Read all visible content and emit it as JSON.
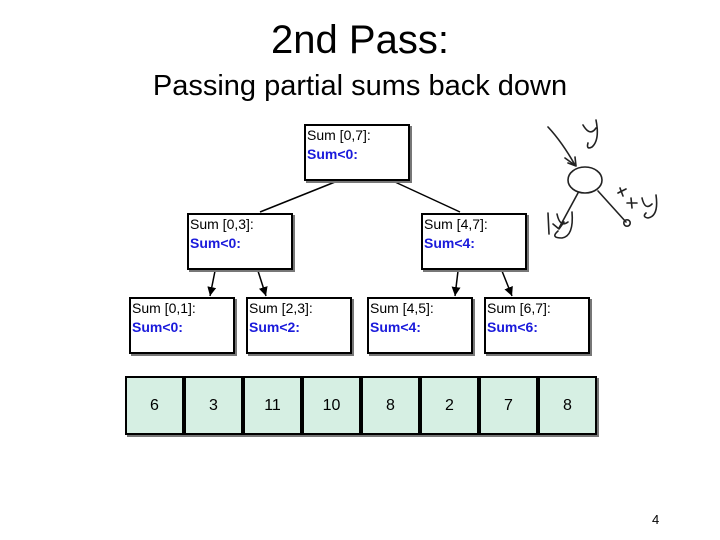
{
  "title": "2nd Pass:",
  "subtitle": "Passing partial sums back down",
  "tree": {
    "root": {
      "range": "Sum [0,7]:",
      "left_sum": "Sum<0:"
    },
    "left": {
      "range": "Sum [0,3]:",
      "left_sum": "Sum<0:"
    },
    "right": {
      "range": "Sum [4,7]:",
      "left_sum": "Sum<4:"
    },
    "leaves": [
      {
        "range": "Sum [0,1]:",
        "left_sum": "Sum<0:"
      },
      {
        "range": "Sum [2,3]:",
        "left_sum": "Sum<2:"
      },
      {
        "range": "Sum [4,5]:",
        "left_sum": "Sum<4:"
      },
      {
        "range": "Sum [6,7]:",
        "left_sum": "Sum<6:"
      }
    ]
  },
  "array": [
    "6",
    "3",
    "11",
    "10",
    "8",
    "2",
    "7",
    "8"
  ],
  "sketch_labels": {
    "input": "y",
    "output": "x+y"
  },
  "page_number": "4",
  "colors": {
    "sum_text": "#1a1adb",
    "array_fill": "#d6efe3"
  }
}
